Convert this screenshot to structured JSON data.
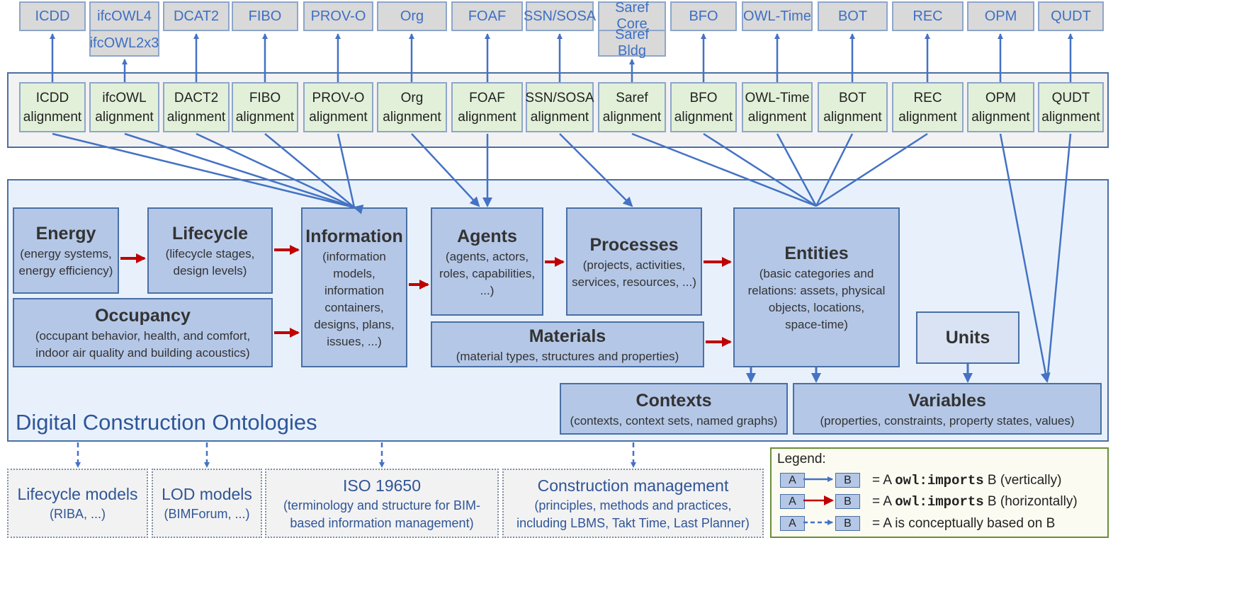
{
  "external_ontologies": [
    {
      "label": "ICDD"
    },
    {
      "label": "ifcOWL4",
      "label2": "ifcOWL2x3"
    },
    {
      "label": "DCAT2"
    },
    {
      "label": "FIBO"
    },
    {
      "label": "PROV-O"
    },
    {
      "label": "Org"
    },
    {
      "label": "FOAF"
    },
    {
      "label": "SSN/SOSA"
    },
    {
      "label": "Saref Core",
      "label2": "Saref Bldg"
    },
    {
      "label": "BFO"
    },
    {
      "label": "OWL-Time"
    },
    {
      "label": "BOT"
    },
    {
      "label": "REC"
    },
    {
      "label": "OPM"
    },
    {
      "label": "QUDT"
    }
  ],
  "alignments": [
    {
      "l1": "ICDD",
      "l2": "alignment"
    },
    {
      "l1": "ifcOWL",
      "l2": "alignment"
    },
    {
      "l1": "DACT2",
      "l2": "alignment"
    },
    {
      "l1": "FIBO",
      "l2": "alignment"
    },
    {
      "l1": "PROV-O",
      "l2": "alignment"
    },
    {
      "l1": "Org",
      "l2": "alignment"
    },
    {
      "l1": "FOAF",
      "l2": "alignment"
    },
    {
      "l1": "SSN/SOSA",
      "l2": "alignment"
    },
    {
      "l1": "Saref",
      "l2": "alignment"
    },
    {
      "l1": "BFO",
      "l2": "alignment"
    },
    {
      "l1": "OWL-Time",
      "l2": "alignment"
    },
    {
      "l1": "BOT",
      "l2": "alignment"
    },
    {
      "l1": "REC",
      "l2": "alignment"
    },
    {
      "l1": "OPM",
      "l2": "alignment"
    },
    {
      "l1": "QUDT",
      "l2": "alignment"
    }
  ],
  "modules": {
    "energy": {
      "title": "Energy",
      "desc1": "(energy systems,",
      "desc2": "energy efficiency)"
    },
    "lifecycle": {
      "title": "Lifecycle",
      "desc1": "(lifecycle stages,",
      "desc2": "design levels)"
    },
    "occupancy": {
      "title": "Occupancy",
      "desc1": "(occupant behavior, health, and comfort,",
      "desc2": "indoor air quality and building acoustics)"
    },
    "information": {
      "title": "Information",
      "desc1": "(information",
      "desc2": "models,",
      "desc3": "information",
      "desc4": "containers,",
      "desc5": "designs, plans,",
      "desc6": "issues, ...)"
    },
    "agents": {
      "title": "Agents",
      "desc1": "(agents, actors,",
      "desc2": "roles, capabilities,",
      "desc3": "...)"
    },
    "processes": {
      "title": "Processes",
      "desc1": "(projects, activities,",
      "desc2": "services, resources, ...)"
    },
    "materials": {
      "title": "Materials",
      "desc1": "(material types, structures and properties)"
    },
    "entities": {
      "title": "Entities",
      "desc1": "(basic categories and",
      "desc2": "relations: assets, physical",
      "desc3": "objects, locations,",
      "desc4": "space-time)"
    },
    "units": {
      "title": "Units"
    },
    "contexts": {
      "title": "Contexts",
      "desc1": "(contexts, context sets, named graphs)"
    },
    "variables": {
      "title": "Variables",
      "desc1": "(properties, constraints, property states, values)"
    }
  },
  "dco_title": "Digital Construction Ontologies",
  "bottom_sources": [
    {
      "title": "Lifecycle models",
      "d1": "(RIBA, ...)"
    },
    {
      "title": "LOD models",
      "d1": "(BIMForum, ...)"
    },
    {
      "title": "ISO 19650",
      "d1": "(terminology and structure for BIM-",
      "d2": "based information management)"
    },
    {
      "title": "Construction management",
      "d1": "(principles, methods and practices,",
      "d2": "including LBMS, Takt Time,  Last Planner)"
    }
  ],
  "legend": {
    "title": "Legend:",
    "box_a": "A",
    "box_b": "B",
    "row1_pre": "= A ",
    "row1_code": "owl:imports",
    "row1_post": " B (vertically)",
    "row2_pre": "= A ",
    "row2_code": "owl:imports",
    "row2_post": " B (horizontally)",
    "row3_text": "= A is conceptually based on B"
  },
  "colors": {
    "import_arrow": "#4472c4",
    "horizontal_import_arrow": "#c00000",
    "external_fill": "#d9d9d9",
    "alignment_fill": "#e2f0d9",
    "module_fill": "#b4c7e7"
  }
}
